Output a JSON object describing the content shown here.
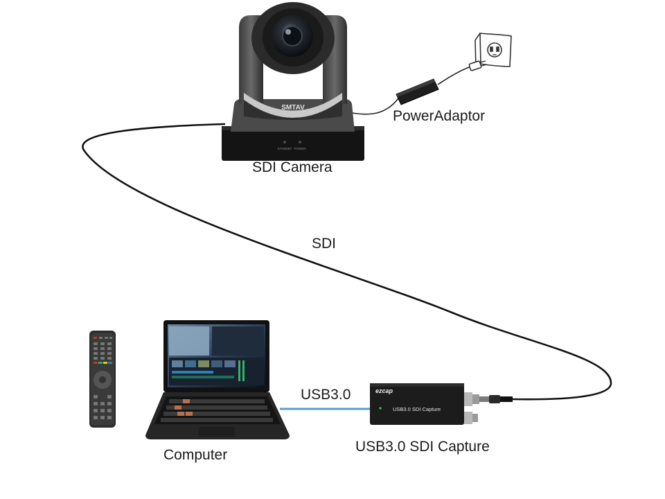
{
  "labels": {
    "camera": "SDI Camera",
    "power": "PowerAdaptor",
    "cable": "SDI",
    "usb": "USB3.0",
    "computer": "Computer",
    "capture": "USB3.0 SDI Capture"
  },
  "device_markings": {
    "camera_brand": "SMTAV",
    "standby": "STANDBY",
    "power": "POWER",
    "capture_brand": "ezcap",
    "capture_model": "USB3.0 SDI Capture"
  },
  "colors": {
    "usb_cable": "#5b9bd5",
    "sdi_cable": "#111111",
    "device_body": "#1c1c1c"
  }
}
